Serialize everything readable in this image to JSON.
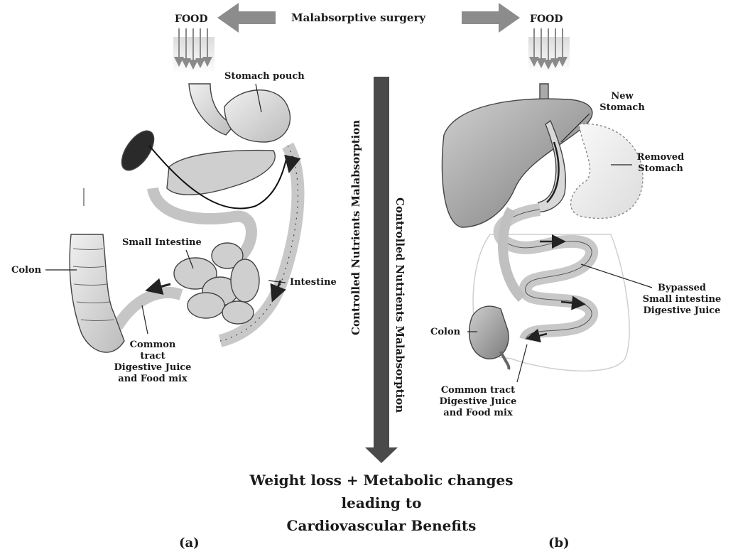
{
  "header": {
    "title": "Malabsorptive surgery",
    "food_left": "FOOD",
    "food_right": "FOOD"
  },
  "center": {
    "vertical_label_a": "Controlled Nutrients Malabsorption",
    "vertical_label_b": "Controlled Nutrients Malabsorption",
    "outcome_line1": "Weight loss + Metabolic changes",
    "outcome_line2": "leading to",
    "outcome_line3": "Cardiovascular Benefits"
  },
  "panel_a": {
    "caption": "(a)",
    "labels": {
      "stomach_pouch": "Stomach pouch",
      "small_intestine": "Small Intestine",
      "colon": "Colon",
      "intestine": "Intestine",
      "common_tract": [
        "Common",
        "tract",
        "Digestive Juice",
        "and Food mix"
      ]
    }
  },
  "panel_b": {
    "caption": "(b)",
    "labels": {
      "new_stomach": [
        "New",
        "Stomach"
      ],
      "removed_stomach": [
        "Removed",
        "Stomach"
      ],
      "bypassed": [
        "Bypassed",
        "Small intestine",
        "Digestive Juice"
      ],
      "colon": "Colon",
      "common_tract": [
        "Common tract",
        "Digestive Juice",
        "and Food mix"
      ]
    }
  },
  "colors": {
    "arrow_gray": "#8c8c8c",
    "arrow_dark": "#4a4a4a",
    "organ_fill": "#d9d9d9",
    "organ_stroke": "#555555"
  },
  "icons": [
    "arrow-left-icon",
    "arrow-right-icon",
    "arrow-down-icon",
    "food-arrows-icon"
  ]
}
